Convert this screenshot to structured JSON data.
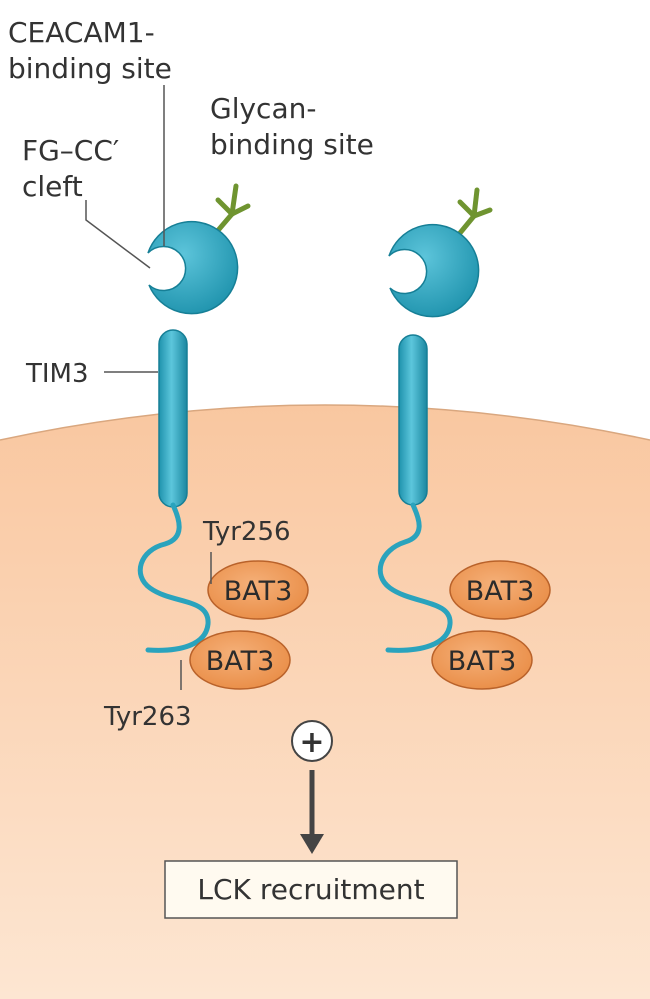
{
  "labels": {
    "ceacam1_line1": "CEACAM1-",
    "ceacam1_line2": "binding site",
    "glycan_line1": "Glycan-",
    "glycan_line2": "binding site",
    "fgcc_line1": "FG–CC′",
    "fgcc_line2": "cleft",
    "tim3": "TIM3",
    "tyr256": "Tyr256",
    "tyr263": "Tyr263",
    "plus_symbol": "+",
    "outcome": "LCK recruitment"
  },
  "proteins": [
    {
      "bat3_upper": "BAT3",
      "bat3_lower": "BAT3"
    },
    {
      "bat3_upper": "BAT3",
      "bat3_lower": "BAT3"
    }
  ],
  "colors": {
    "cell": "#f9c9a0",
    "cell_light": "#fde4cd",
    "membrane_line": "#b08a6a",
    "tim3": "#2aa3bd",
    "tim3_dark": "#157e95",
    "glycan": "#7da23a",
    "bat3": "#ef9a55",
    "bat3_edge": "#b9622a",
    "arrow": "#444444",
    "box_fill": "#fffaf0"
  }
}
